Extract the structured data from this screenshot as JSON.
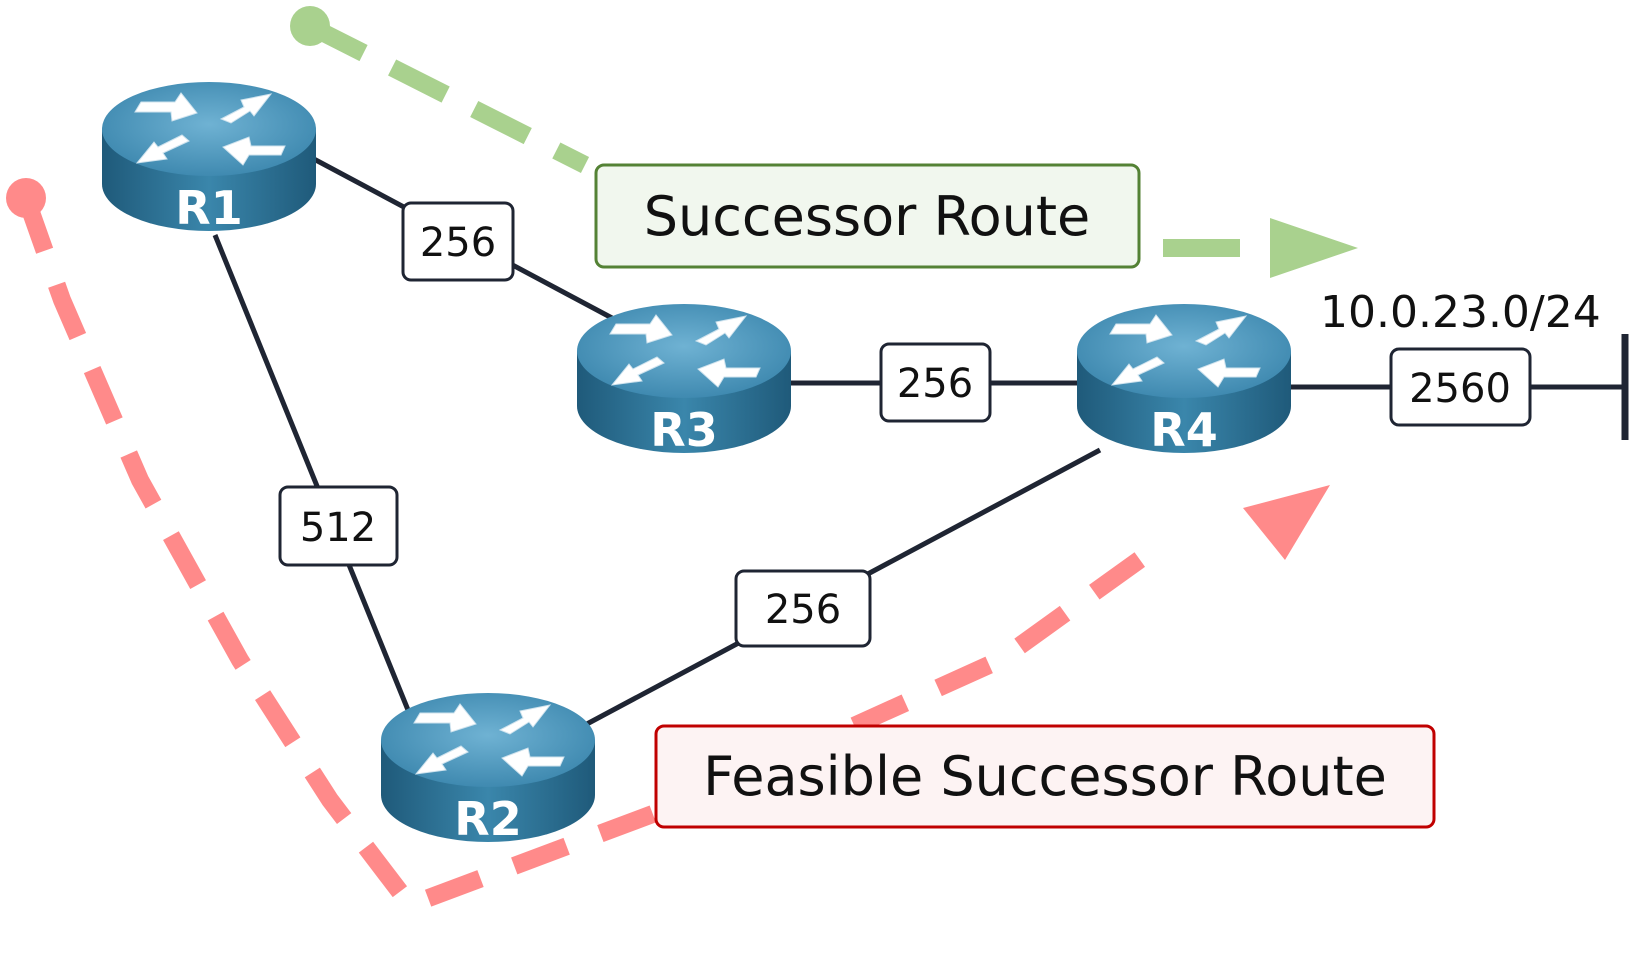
{
  "routers": {
    "r1": "R1",
    "r2": "R2",
    "r3": "R3",
    "r4": "R4"
  },
  "links": {
    "r1_r3_cost": "256",
    "r1_r2_cost": "512",
    "r3_r4_cost": "256",
    "r2_r4_cost": "256",
    "r4_network_cost": "2560"
  },
  "network": {
    "prefix": "10.0.23.0/24"
  },
  "routes": {
    "successor_label": "Successor Route",
    "successor_color": "#a9d18e",
    "feasible_successor_label": "Feasible Successor Route",
    "feasible_successor_color": "#ff8a8a"
  },
  "colors": {
    "router_top": "#4a93b8",
    "router_body": "#2d6f91",
    "link": "#1f2533",
    "successor_box_border": "#548235",
    "successor_box_fill": "#f1f7ee",
    "feasible_box_border": "#c00000",
    "feasible_box_fill": "#fdf3f3"
  }
}
